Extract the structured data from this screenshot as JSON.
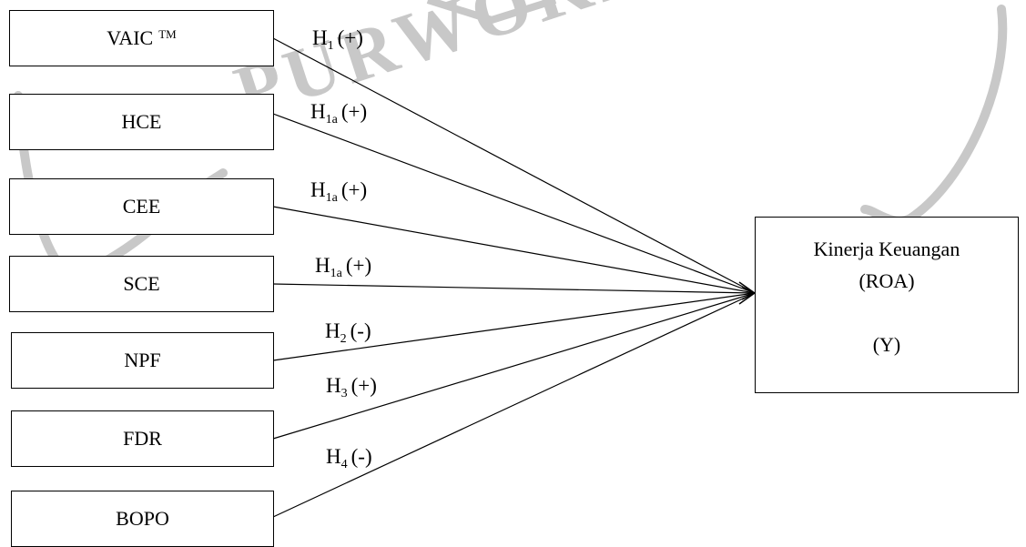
{
  "watermark": {
    "text": "PURWOKERTO",
    "color": "#c8c8c8"
  },
  "independents": [
    {
      "id": "vaic",
      "label": "VAIC",
      "sup": "TM"
    },
    {
      "id": "hce",
      "label": "HCE"
    },
    {
      "id": "cee",
      "label": "CEE"
    },
    {
      "id": "sce",
      "label": "SCE"
    },
    {
      "id": "npf",
      "label": "NPF"
    },
    {
      "id": "fdr",
      "label": "FDR"
    },
    {
      "id": "bopo",
      "label": "BOPO"
    }
  ],
  "hypotheses": [
    {
      "h": "H",
      "sub": "1",
      "sign": "(+)"
    },
    {
      "h": "H",
      "sub": "1a",
      "sign": "(+)"
    },
    {
      "h": "H",
      "sub": "1a",
      "sign": "(+)"
    },
    {
      "h": "H",
      "sub": "1a",
      "sign": "(+)"
    },
    {
      "h": "H",
      "sub": "2",
      "sign": "(-)"
    },
    {
      "h": "H",
      "sub": "3",
      "sign": "(+)"
    },
    {
      "h": "H",
      "sub": "4",
      "sign": "(-)"
    }
  ],
  "dependent": {
    "line1": "Kinerja Keuangan",
    "line2": "(ROA)",
    "line3": "(Y)"
  },
  "colors": {
    "stroke": "#000000",
    "watermark": "#c8c8c8"
  }
}
